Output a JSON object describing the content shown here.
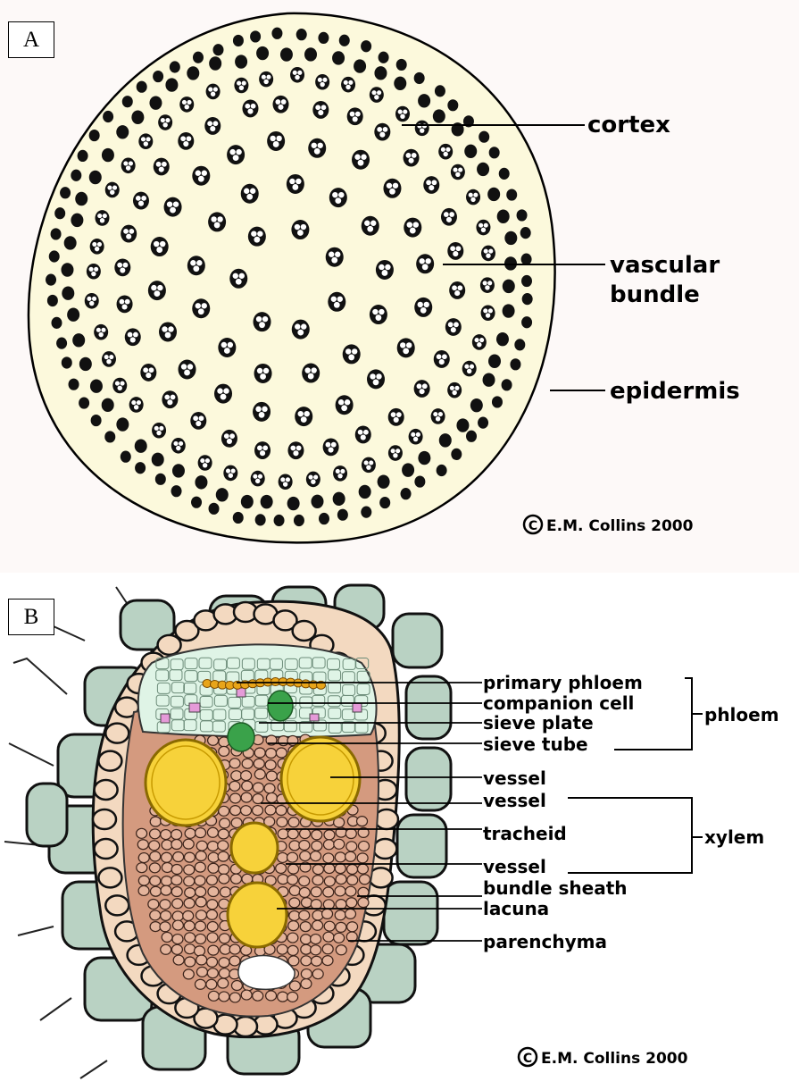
{
  "panel_a": {
    "letter": "A",
    "labels": {
      "cortex": "cortex",
      "vascular_bundle_line1": "vascular",
      "vascular_bundle_line2": "bundle",
      "epidermis": "epidermis"
    },
    "copyright": "E.M. Collins 2000",
    "copyright_symbol": "C"
  },
  "panel_b": {
    "letter": "B",
    "labels": {
      "primary_phloem": "primary phloem",
      "companion_cell": "companion cell",
      "sieve_plate": "sieve plate",
      "sieve_tube": "sieve tube",
      "vessel_1": "vessel",
      "vessel_2": "vessel",
      "tracheid": "tracheid",
      "vessel_3": "vessel",
      "bundle_sheath": "bundle sheath",
      "lacuna": "lacuna",
      "parenchyma": "parenchyma"
    },
    "groups": {
      "phloem": "phloem",
      "xylem": "xylem"
    },
    "copyright": "E.M. Collins 2000",
    "copyright_symbol": "C"
  },
  "colors": {
    "cortex_fill": "#fcf9dc",
    "parenchyma_fill": "#b9d2c3",
    "sheath_fill": "#f3d9c0",
    "phloem_fill": "#dff4e6",
    "xylem_fill": "#d49a7f",
    "vessel_fill": "#f7d23a",
    "sieve_plate_fill": "#3aa24a",
    "primary_phloem_fill": "#e8a51a",
    "companion_fill": "#e59ad8"
  }
}
